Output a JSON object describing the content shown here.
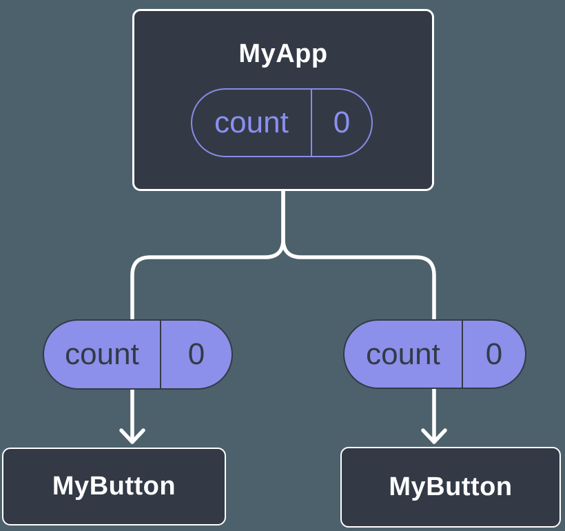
{
  "tree": {
    "root": {
      "label": "MyApp",
      "prop": {
        "name": "count",
        "value": "0"
      }
    },
    "children": [
      {
        "label": "MyButton",
        "prop": {
          "name": "count",
          "value": "0"
        }
      },
      {
        "label": "MyButton",
        "prop": {
          "name": "count",
          "value": "0"
        }
      }
    ]
  },
  "colors": {
    "background": "#4d616c",
    "node_fill": "#333a46",
    "node_border": "#ffffff",
    "connector": "#ffffff",
    "pill_solid_fill": "#8c90ea",
    "pill_outline_border": "#878ce9",
    "pill_outline_text": "#8b90f0",
    "pill_solid_text": "#333a46",
    "label_text": "#ffffff"
  }
}
